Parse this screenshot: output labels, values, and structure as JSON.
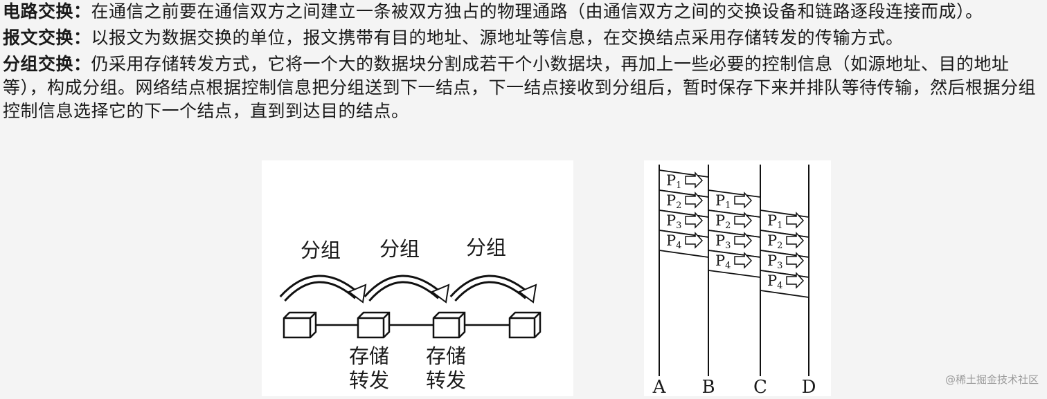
{
  "paragraphs": [
    {
      "term": "电路交换：",
      "body": "在通信之前要在通信双方之间建立一条被双方独占的物理通路（由通信双方之间的交换设备和链路逐段连接而成）。"
    },
    {
      "term": "报文交换：",
      "body": "以报文为数据交换的单位，报文携带有目的地址、源地址等信息，在交换结点采用存储转发的传输方式。"
    },
    {
      "term": "分组交换：",
      "body": "仍采用存储转发方式，它将一个大的数据块分割成若干个小数据块，再加上一些必要的控制信息（如源地址、目的地址等），构成分组。网络结点根据控制信息把分组送到下一结点，下一结点接收到分组后，暂时保存下来并排队等待传输，然后根据分组控制信息选择它的下一个结点，直到到达目的结点。"
    }
  ],
  "fig_left": {
    "arrow_labels": [
      "分组",
      "分组",
      "分组"
    ],
    "store_labels": [
      {
        "line1": "存储",
        "line2": "转发"
      },
      {
        "line1": "存储",
        "line2": "转发"
      }
    ]
  },
  "fig_right": {
    "nodes": [
      "A",
      "B",
      "C",
      "D"
    ],
    "packet_letter": "P",
    "packets": [
      "1",
      "2",
      "3",
      "4"
    ]
  },
  "watermark": "@稀土掘金技术社区"
}
